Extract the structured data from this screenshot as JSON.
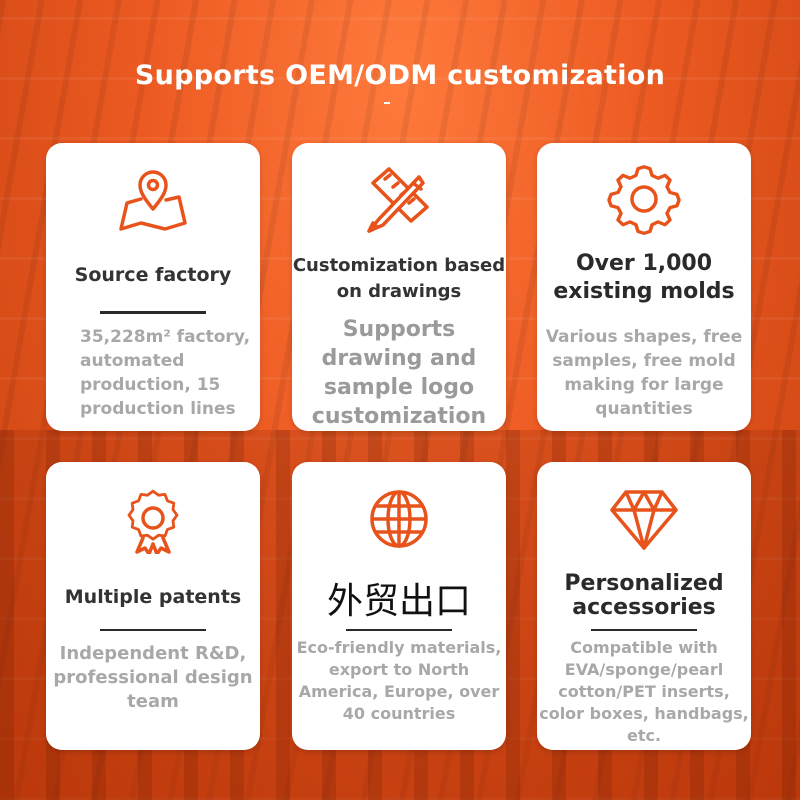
{
  "page": {
    "title": "Supports OEM/ODM customization",
    "title_dash": "-",
    "accent_color": "#e8531c"
  },
  "cards": [
    {
      "icon": "map-pin-icon",
      "heading": "Source factory",
      "body": "35,228m² factory, automated production, 15 production lines"
    },
    {
      "icon": "pencil-ruler-icon",
      "heading": "Customization based on drawings",
      "body": "Supports drawing and sample logo customization"
    },
    {
      "icon": "gear-icon",
      "heading": "Over 1,000 existing molds",
      "body": "Various shapes, free samples, free mold making for large quantities"
    },
    {
      "icon": "award-badge-icon",
      "heading": "Multiple patents",
      "body": "Independent R&D, professional design team"
    },
    {
      "icon": "globe-icon",
      "heading": "外贸出口",
      "body": "Eco-friendly materials, export to North America, Europe, over 40 countries"
    },
    {
      "icon": "diamond-icon",
      "heading": "Personalized accessories",
      "body": "Compatible with EVA/sponge/pearl cotton/PET inserts, color boxes, handbags, etc."
    }
  ]
}
